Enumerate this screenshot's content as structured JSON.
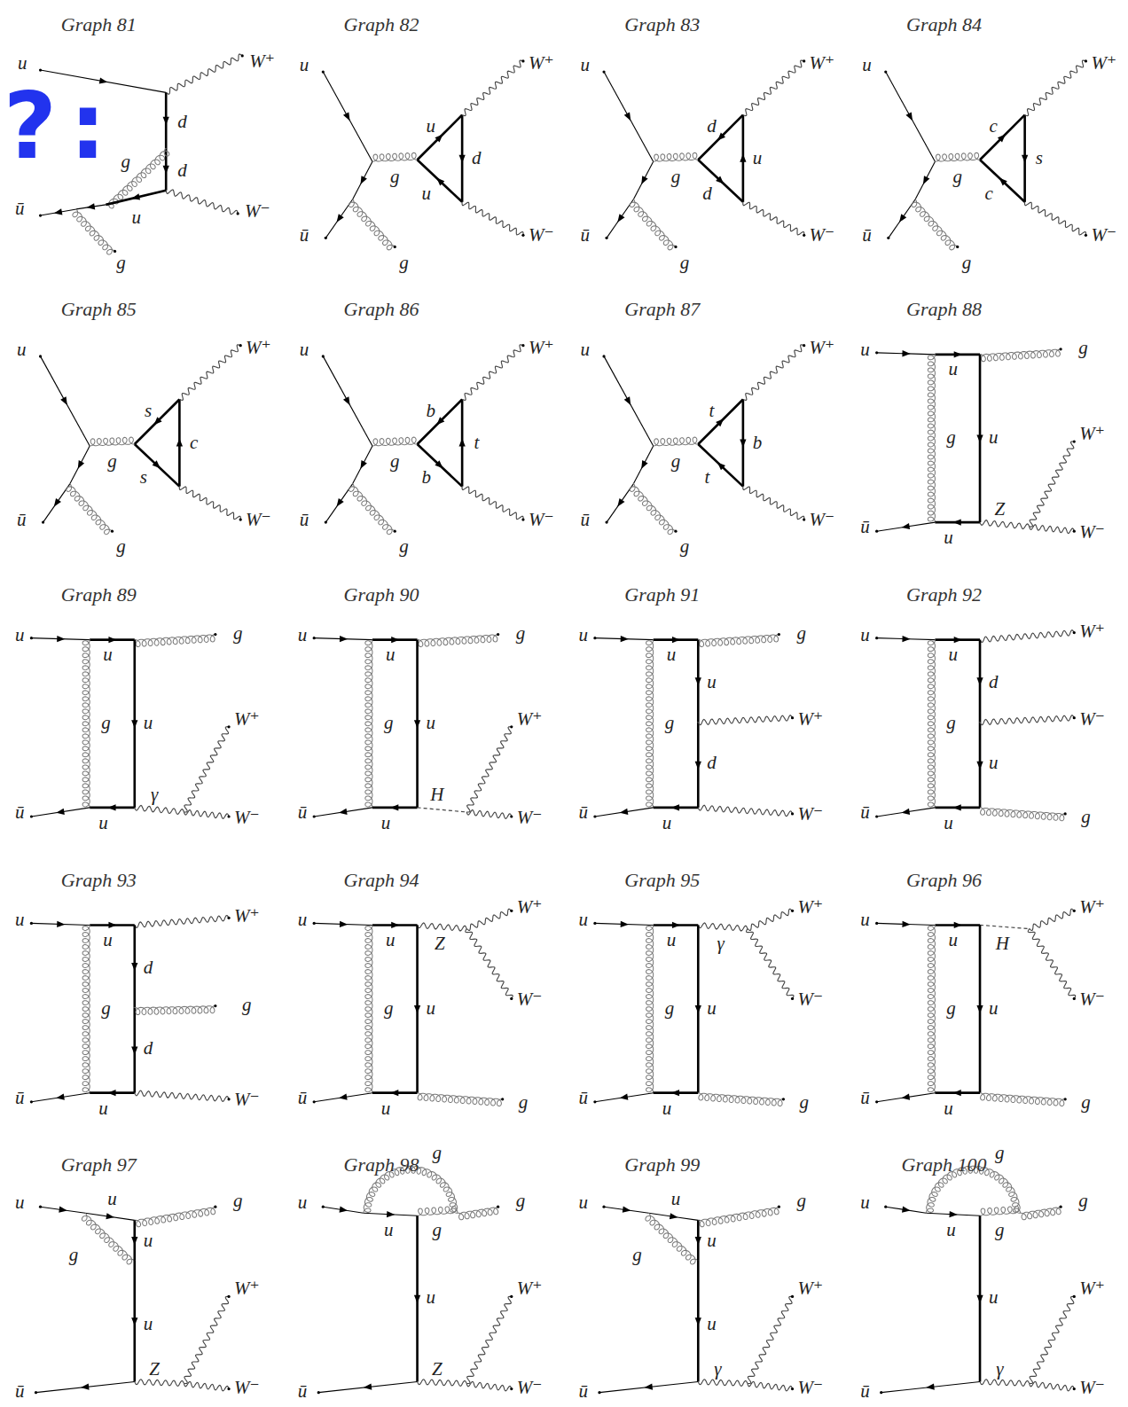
{
  "diagram": {
    "labels": [
      "Graph 81",
      "?:",
      "u",
      "W⁺",
      "d",
      "g",
      "d",
      "u",
      "ū",
      "W⁻",
      "g",
      "Graph 82",
      "u",
      "W⁺",
      "u",
      "g",
      "d",
      "u",
      "ū",
      "g",
      "W⁻",
      "Graph 83",
      "u",
      "W⁺",
      "d",
      "g",
      "u",
      "d",
      "ū",
      "g",
      "W⁻",
      "Graph 84",
      "u",
      "W⁺",
      "c",
      "g",
      "s",
      "c",
      "ū",
      "g",
      "W⁻",
      "Graph 85",
      "u",
      "W⁺",
      "s",
      "g",
      "c",
      "s",
      "ū",
      "g",
      "W⁻",
      "Graph 86",
      "u",
      "W⁺",
      "b",
      "g",
      "t",
      "b",
      "ū",
      "g",
      "W⁻",
      "Graph 87",
      "u",
      "W⁺",
      "t",
      "g",
      "b",
      "t",
      "ū",
      "g",
      "W⁻",
      "Graph 88",
      "u",
      "u",
      "g",
      "g",
      "u",
      "ū",
      "u",
      "Z",
      "W⁺",
      "W⁻",
      "Graph 89",
      "u",
      "u",
      "g",
      "g",
      "u",
      "ū",
      "u",
      "γ",
      "W⁺",
      "W⁻",
      "Graph 90",
      "u",
      "u",
      "g",
      "g",
      "u",
      "ū",
      "u",
      "H",
      "W⁺",
      "W⁻",
      "Graph 91",
      "u",
      "u",
      "g",
      "g",
      "u",
      "W⁺",
      "d",
      "ū",
      "u",
      "W⁻",
      "Graph 92",
      "u",
      "u",
      "g",
      "W⁺",
      "d",
      "W⁻",
      "u",
      "ū",
      "u",
      "g",
      "Graph 93",
      "u",
      "u",
      "g",
      "W⁺",
      "d",
      "g",
      "d",
      "ū",
      "u",
      "W⁻",
      "Graph 94",
      "u",
      "u",
      "g",
      "Z",
      "W⁺",
      "W⁻",
      "u",
      "ū",
      "u",
      "g",
      "Graph 95",
      "u",
      "u",
      "g",
      "γ",
      "W⁺",
      "W⁻",
      "u",
      "ū",
      "u",
      "g",
      "Graph 96",
      "u",
      "u",
      "g",
      "H",
      "W⁺",
      "W⁻",
      "u",
      "ū",
      "u",
      "g",
      "Graph 97",
      "u",
      "u",
      "g",
      "g",
      "u",
      "u",
      "W⁺",
      "ū",
      "Z",
      "W⁻",
      "Graph 98",
      "g",
      "u",
      "u",
      "g",
      "g",
      "u",
      "W⁺",
      "ū",
      "Z",
      "W⁻",
      "Graph 99",
      "u",
      "u",
      "g",
      "g",
      "u",
      "u",
      "W⁺",
      "ū",
      "γ",
      "W⁻",
      "Graph 100",
      "g",
      "u",
      "u",
      "g",
      "g",
      "u",
      "W⁺",
      "ū",
      "γ",
      "W⁻"
    ]
  }
}
